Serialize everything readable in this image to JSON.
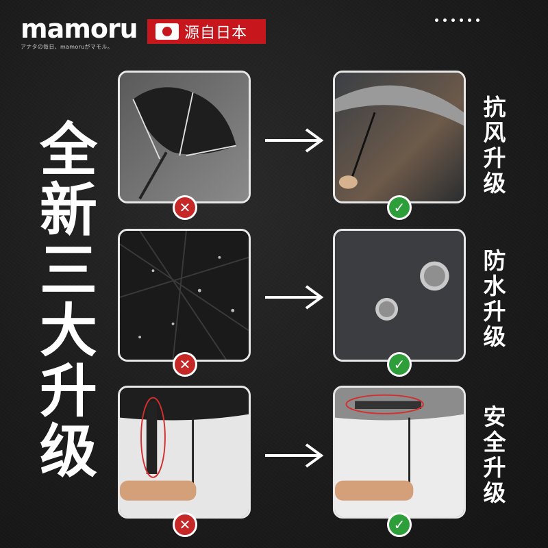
{
  "brand": {
    "name": "mamoru",
    "tagline": "アナタの毎日、mamoruがマモル。",
    "origin_badge": "源自日本"
  },
  "headline": [
    "全",
    "新",
    "三",
    "大",
    "升",
    "级"
  ],
  "rows": [
    {
      "label": [
        "抗",
        "风",
        "升",
        "级"
      ],
      "bad_mark": "✕",
      "good_mark": "✓"
    },
    {
      "label": [
        "防",
        "水",
        "升",
        "级"
      ],
      "bad_mark": "✕",
      "good_mark": "✓"
    },
    {
      "label": [
        "安",
        "全",
        "升",
        "级"
      ],
      "bad_mark": "✕",
      "good_mark": "✓"
    }
  ],
  "colors": {
    "badge": "#c8161d",
    "bad": "#c62828",
    "good": "#2e9e3b"
  },
  "icons": [
    "flag-icon",
    "arrow-right-icon",
    "cross-icon",
    "check-icon"
  ]
}
